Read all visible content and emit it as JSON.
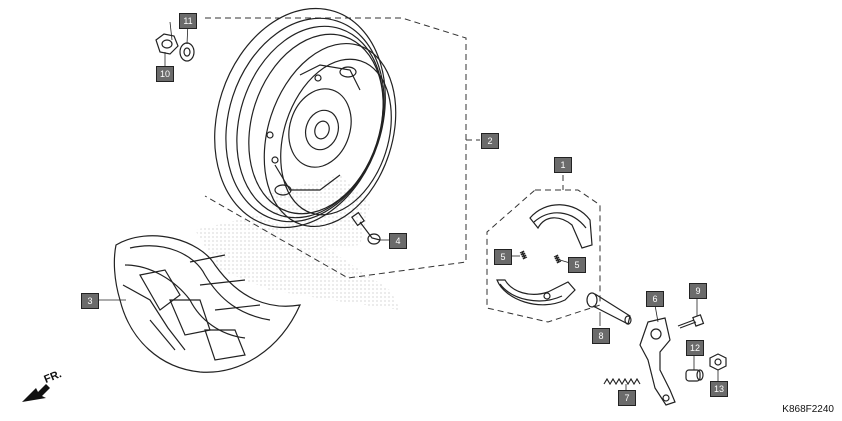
{
  "callouts": [
    {
      "id": "c1",
      "label": "1"
    },
    {
      "id": "c2",
      "label": "2"
    },
    {
      "id": "c3",
      "label": "3"
    },
    {
      "id": "c4",
      "label": "4"
    },
    {
      "id": "c5a",
      "label": "5"
    },
    {
      "id": "c5b",
      "label": "5"
    },
    {
      "id": "c6",
      "label": "6"
    },
    {
      "id": "c7",
      "label": "7"
    },
    {
      "id": "c8",
      "label": "8"
    },
    {
      "id": "c9",
      "label": "9"
    },
    {
      "id": "c10",
      "label": "10"
    },
    {
      "id": "c11",
      "label": "11"
    },
    {
      "id": "c12",
      "label": "12"
    },
    {
      "id": "c13",
      "label": "13"
    }
  ],
  "direction_label": "FR.",
  "catalog_code": "K868F2240"
}
